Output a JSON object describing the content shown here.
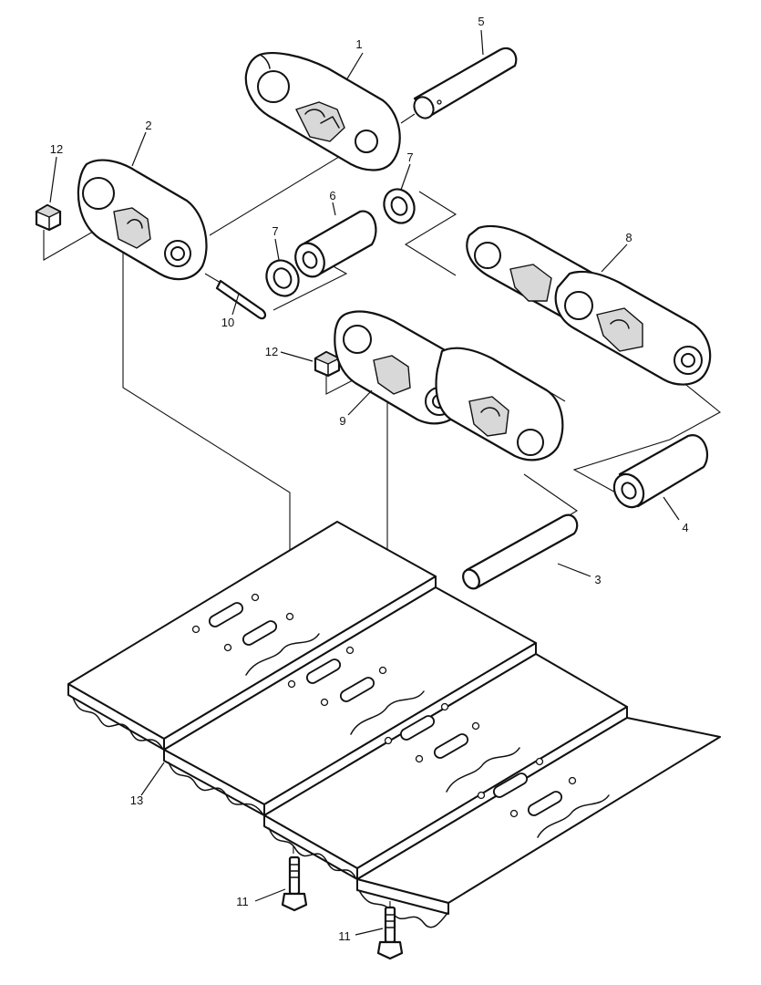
{
  "callouts": {
    "c1": "1",
    "c2": "2",
    "c3": "3",
    "c4": "4",
    "c5": "5",
    "c6": "6",
    "c7a": "7",
    "c7b": "7",
    "c8": "8",
    "c9": "9",
    "c10": "10",
    "c11a": "11",
    "c11b": "11",
    "c12a": "12",
    "c12b": "12",
    "c13": "13"
  }
}
